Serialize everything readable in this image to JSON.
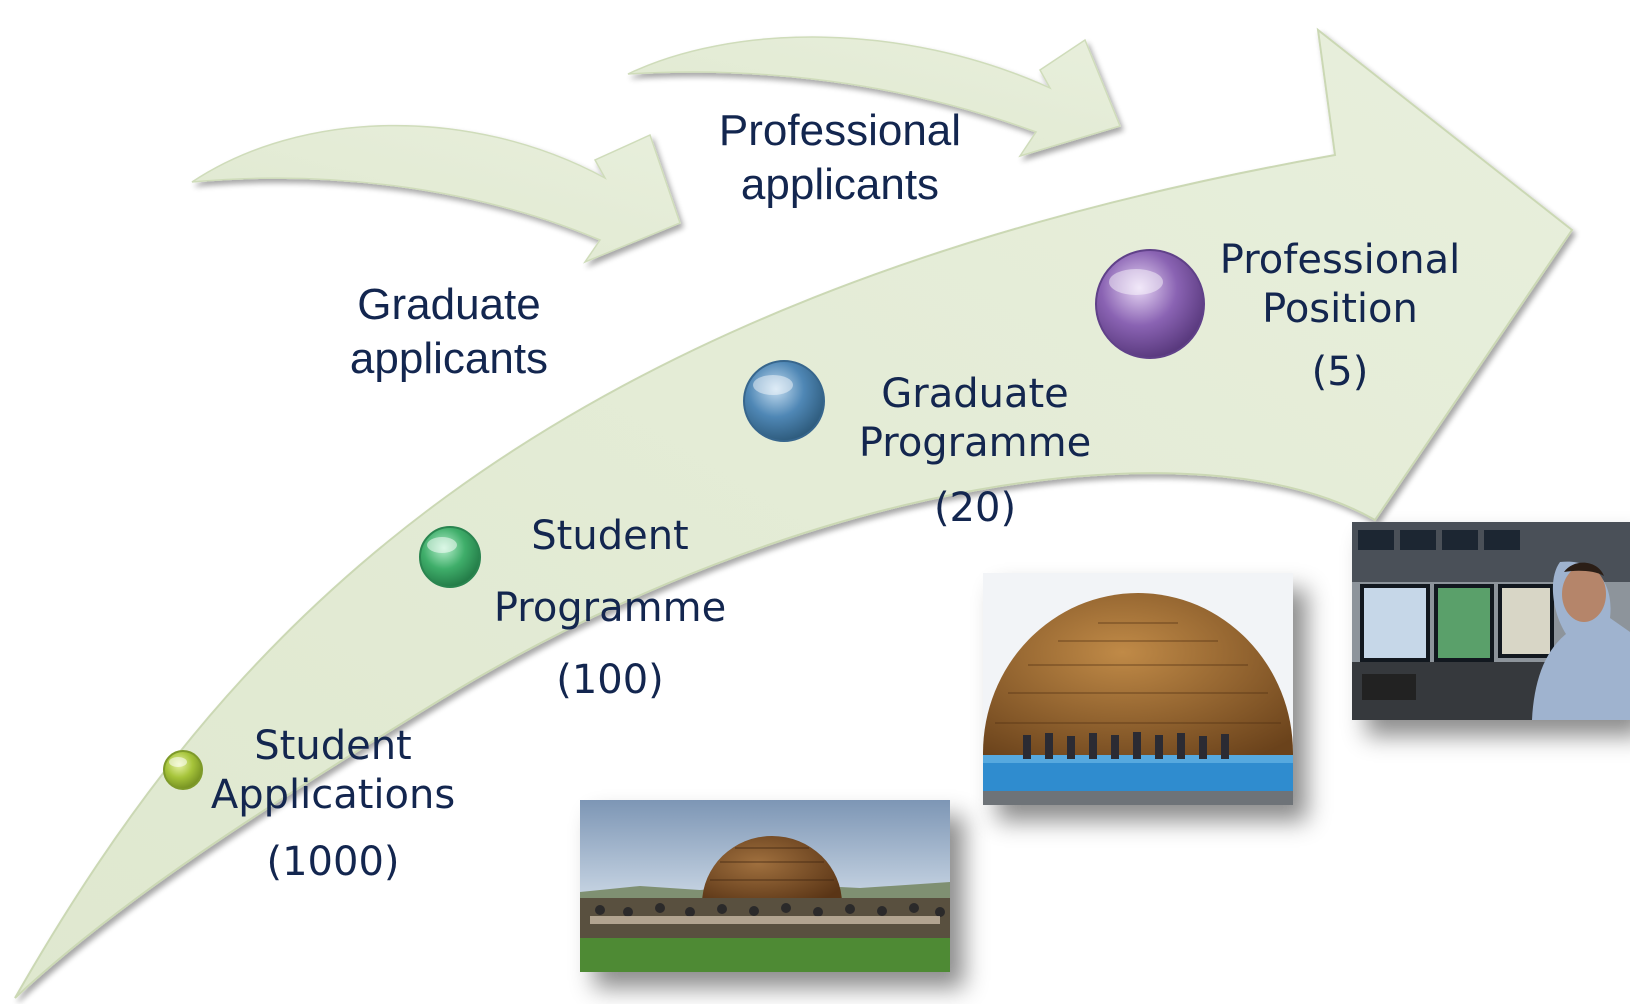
{
  "arrows": {
    "graduate": {
      "line1": "Graduate",
      "line2": "applicants"
    },
    "professional": {
      "line1": "Professional",
      "line2": "applicants"
    }
  },
  "stages": [
    {
      "line1": "Student",
      "line2": "Applications",
      "count": "(1000)",
      "color": "#a6c43a"
    },
    {
      "line1": "Student",
      "line2": "Programme",
      "count": "(100)",
      "color": "#3fae6a"
    },
    {
      "line1": "Graduate",
      "line2": "Programme",
      "count": "(20)",
      "color": "#4f87b5"
    },
    {
      "line1": "Professional",
      "line2": "Position",
      "count": "(5)",
      "color": "#8a63b3"
    }
  ],
  "colors": {
    "arrow_fill": "#e4ecd6",
    "arrow_edge": "#cbd8b4",
    "text": "#13264f"
  }
}
